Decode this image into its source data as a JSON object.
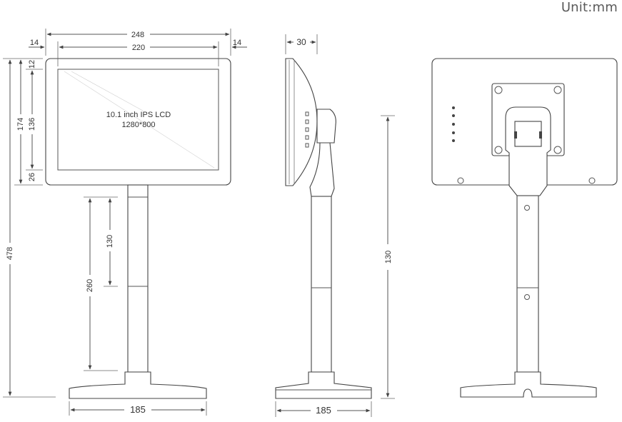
{
  "unit_label": "Unit:mm",
  "screen": {
    "line1": "10.1 inch IPS LCD",
    "line2": "1280*800"
  },
  "front": {
    "width_total": "248",
    "width_inner": "220",
    "bezel_left": "14",
    "bezel_right": "14",
    "height_total": "174",
    "height_inner": "136",
    "bezel_top": "12",
    "bezel_bottom": "26",
    "overall_height": "478",
    "pole_inner": "130",
    "pole_total": "260",
    "base_width": "185"
  },
  "side": {
    "depth": "30",
    "pole_range": "130",
    "base_width": "185"
  }
}
